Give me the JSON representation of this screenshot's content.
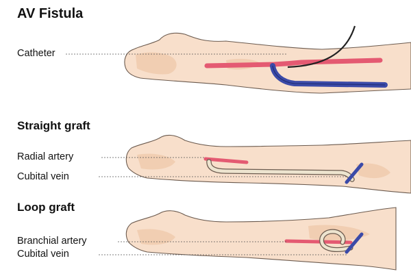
{
  "title": "AV Fistula",
  "sections": {
    "fistula": {
      "labels": {
        "catheter": "Catheter"
      }
    },
    "straight": {
      "heading": "Straight graft",
      "labels": {
        "radial_artery": "Radial artery",
        "cubital_vein": "Cubital vein"
      }
    },
    "loop": {
      "heading": "Loop graft",
      "labels": {
        "branchial_artery": "Branchial artery",
        "cubital_vein": "Cubital vein"
      }
    }
  },
  "colors": {
    "skin": "#f8dfcb",
    "skin_shade": "#efc8aa",
    "artery": "#e45a72",
    "vein": "#3b4aa8",
    "graft": "#ede4cf",
    "outline": "#6b5a4e"
  }
}
